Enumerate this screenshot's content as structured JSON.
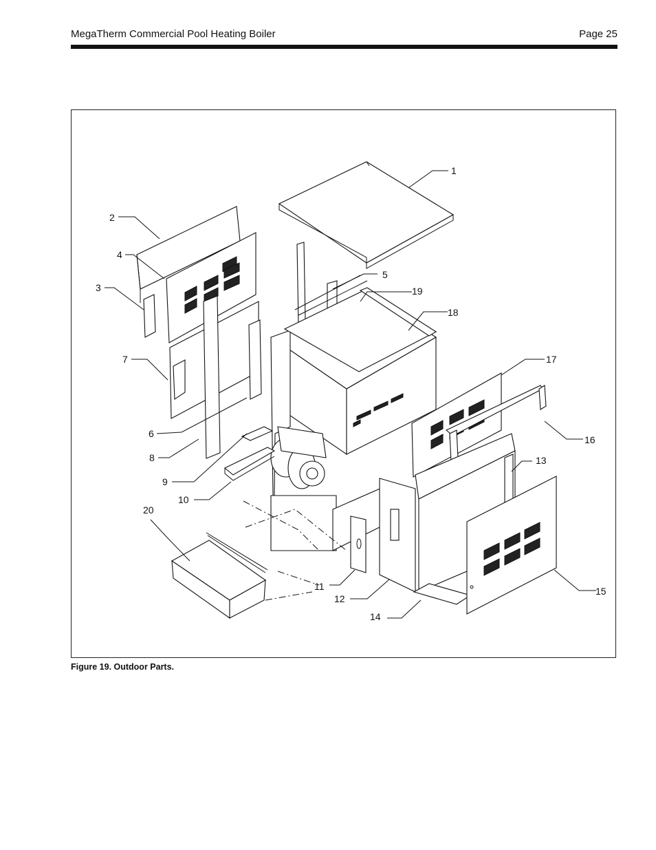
{
  "header": {
    "title": "MegaTherm Commercial Pool Heating Boiler",
    "page": "Page 25"
  },
  "figure": {
    "caption": "Figure 19. Outdoor Parts.",
    "callouts": [
      "1",
      "2",
      "3",
      "4",
      "5",
      "6",
      "7",
      "8",
      "9",
      "10",
      "11",
      "12",
      "13",
      "14",
      "15",
      "16",
      "17",
      "18",
      "19",
      "20"
    ]
  }
}
